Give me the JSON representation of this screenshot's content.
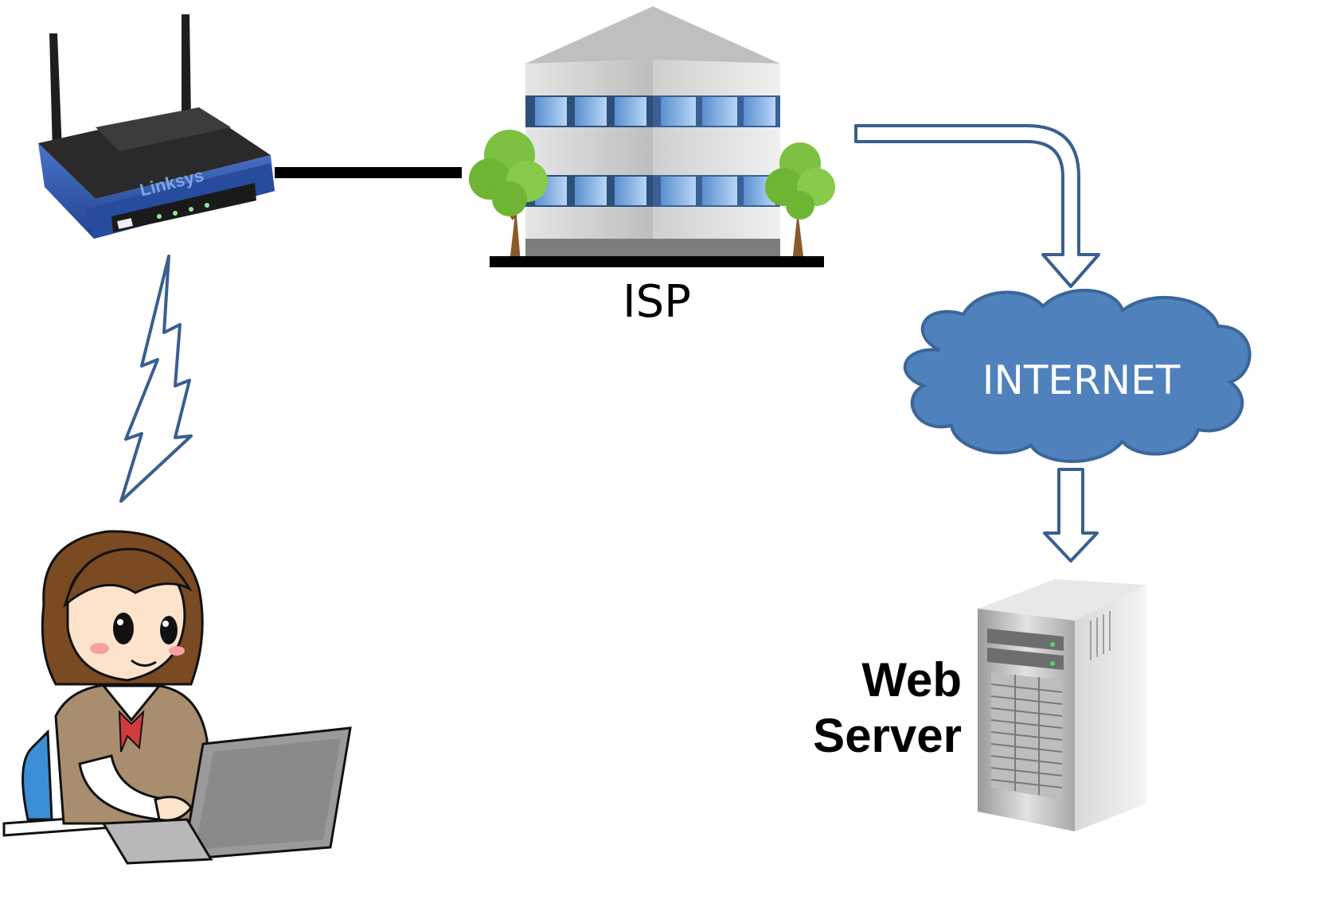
{
  "labels": {
    "isp": "ISP",
    "internet": "INTERNET",
    "server_line1": "Web",
    "server_line2": "Server",
    "router_brand": "Linksys"
  },
  "colors": {
    "cloud_fill": "#4f81bd",
    "cloud_stroke": "#3a6699",
    "arrow_stroke": "#3a5f8f",
    "router_body": "#2f55a8",
    "router_dark": "#1b1b1b",
    "building_gray": "#d9d9d9",
    "building_window": "#8fbbe8",
    "tree_green": "#7cc142",
    "server_gray": "#c8c8c8",
    "laptop_gray": "#8a8a8a"
  },
  "icons": {
    "router": "wireless-router-icon",
    "building": "isp-building-icon",
    "cloud": "internet-cloud-icon",
    "server": "web-server-tower-icon",
    "user": "woman-at-laptop-icon",
    "wireless": "lightning-bolt-icon"
  }
}
